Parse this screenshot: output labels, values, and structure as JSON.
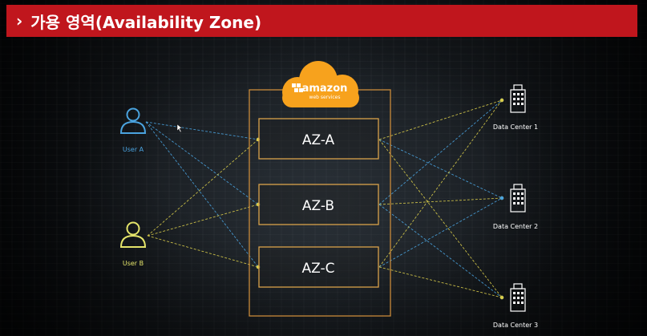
{
  "header": {
    "chevron": "›",
    "title": "가용 영역(Availability Zone)"
  },
  "logo": {
    "text": "amazon",
    "subtext": "web services"
  },
  "users": [
    {
      "label": "User A",
      "color": "#4aa3df"
    },
    {
      "label": "User B",
      "color": "#e4e46a"
    }
  ],
  "zones": [
    "AZ-A",
    "AZ-B",
    "AZ-C"
  ],
  "datacenters": [
    "Data Center 1",
    "Data Center 2",
    "Data Center 3"
  ],
  "colors": {
    "title_bar": "#c0161d",
    "region_border": "#c98a3a",
    "zone_border": "#d9a24a",
    "cloud": "#f7a21d",
    "line_blue": "#4aa3df",
    "line_yellow": "#d9cc4a"
  }
}
